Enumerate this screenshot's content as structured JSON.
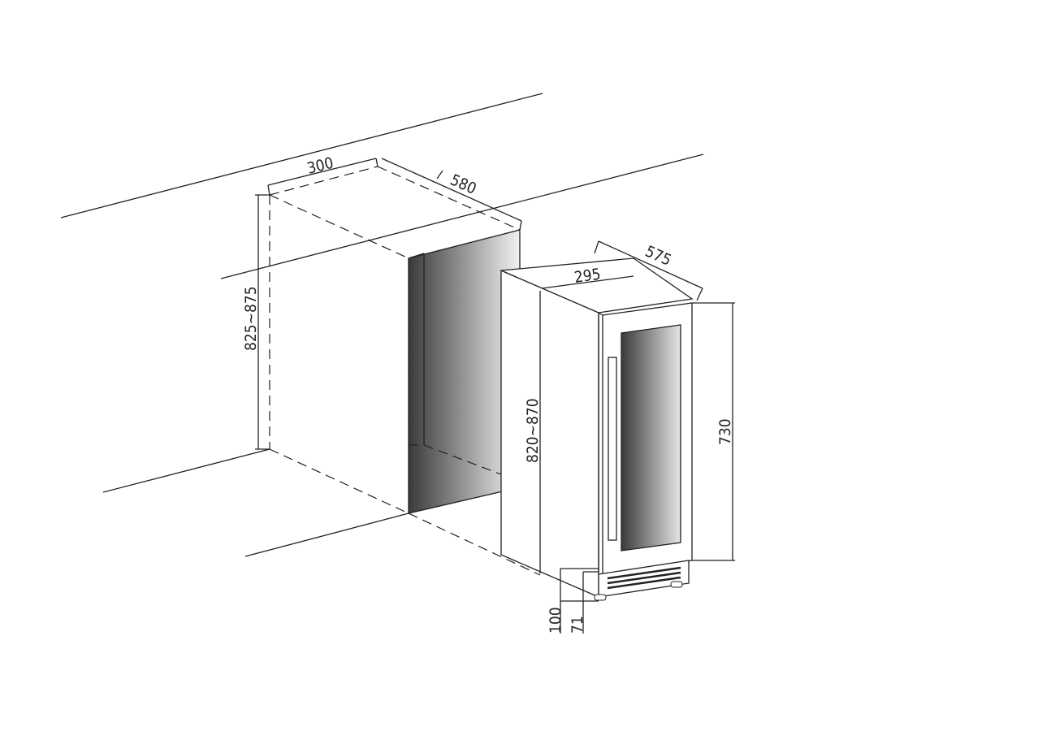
{
  "niche": {
    "width": "300",
    "depth": "580",
    "height": "825~875"
  },
  "appliance": {
    "width": "295",
    "depth": "575",
    "height": "820~870",
    "door_height": "730",
    "plinth_height": "100",
    "foot_height": "71"
  },
  "colors": {
    "line": "#222222",
    "shade_dark": "#3a3a3a",
    "shade_light": "#f2f2f2"
  }
}
